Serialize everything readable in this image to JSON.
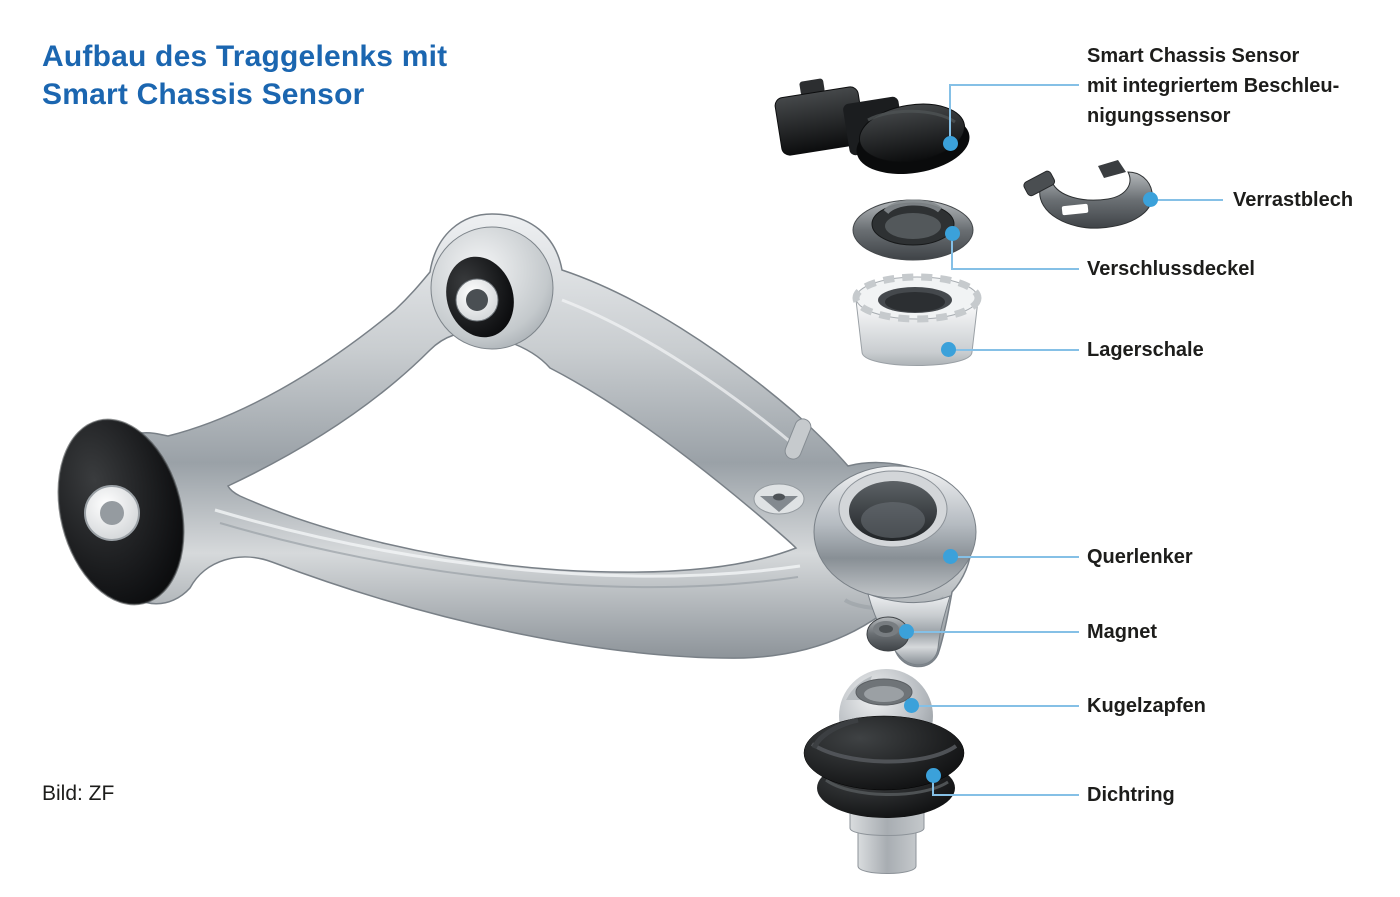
{
  "title": {
    "lines": [
      "Aufbau des Traggelenks mit",
      "Smart Chassis Sensor"
    ]
  },
  "credit": "Bild: ZF",
  "colors": {
    "title_text": "#1b66b0",
    "label_text": "#1d1d1b",
    "callout_line": "#85c0e6",
    "callout_dot": "#3ba1da",
    "background": "#ffffff"
  },
  "diagram": {
    "parts": [
      {
        "id": "smart-chassis-sensor",
        "label_lines": [
          "Smart Chassis Sensor",
          "mit integriertem Beschleu-",
          "nigungssensor"
        ]
      },
      {
        "id": "verrastblech",
        "label_lines": [
          "Verrastblech"
        ]
      },
      {
        "id": "verschlussdeckel",
        "label_lines": [
          "Verschlussdeckel"
        ]
      },
      {
        "id": "lagerschale",
        "label_lines": [
          "Lagerschale"
        ]
      },
      {
        "id": "querlenker",
        "label_lines": [
          "Querlenker"
        ]
      },
      {
        "id": "magnet",
        "label_lines": [
          "Magnet"
        ]
      },
      {
        "id": "kugelzapfen",
        "label_lines": [
          "Kugelzapfen"
        ]
      },
      {
        "id": "dichtring",
        "label_lines": [
          "Dichtring"
        ]
      }
    ]
  }
}
